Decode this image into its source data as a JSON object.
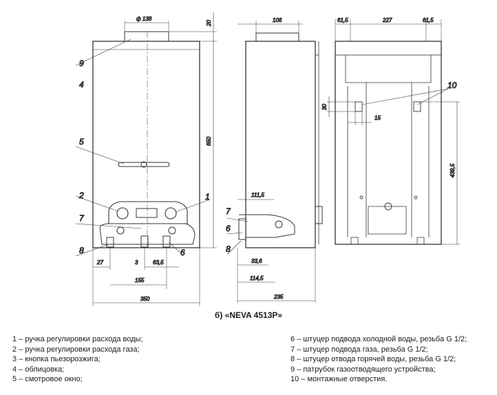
{
  "figure": {
    "caption": "б) «NEVA 4513P»",
    "front_view": {
      "dimensions": {
        "flue_diameter": "ф 138",
        "flue_height": "20",
        "height": "650",
        "width": "350",
        "d27": "27",
        "d3": "3",
        "d63_5": "63,5",
        "d155": "155"
      },
      "callouts": [
        "9",
        "4",
        "5",
        "2",
        "1",
        "7",
        "8",
        "6"
      ]
    },
    "side_view": {
      "dimensions": {
        "top": "106",
        "d111_5": "111,5",
        "d33_6": "33,6",
        "d114_5": "114,5",
        "depth": "235"
      },
      "callouts": [
        "7",
        "6",
        "8"
      ]
    },
    "back_view": {
      "dimensions": {
        "left": "61,5",
        "middle": "227",
        "right": "61,5",
        "d30": "30",
        "d15": "15",
        "d439_5": "439,5"
      },
      "callouts": [
        "10"
      ]
    }
  },
  "legend": {
    "left": [
      "1 – ручка регулировки расхода воды;",
      "2 – ручка регулировки расхода газа;",
      "3 – кнопка пьезорозжига;",
      "4 – облицовка;",
      "5 – смотровое окно;"
    ],
    "right": [
      "6 – штуцер подвода холодной воды, резьба G 1/2;",
      "7 – штуцер подвода газа, резьба G 1/2;",
      "8 – штуцер отвода горячей воды, резьба G 1/2;",
      "9 – патрубок газоотводящего устройства;",
      "10 – монтажные отверстия."
    ]
  }
}
